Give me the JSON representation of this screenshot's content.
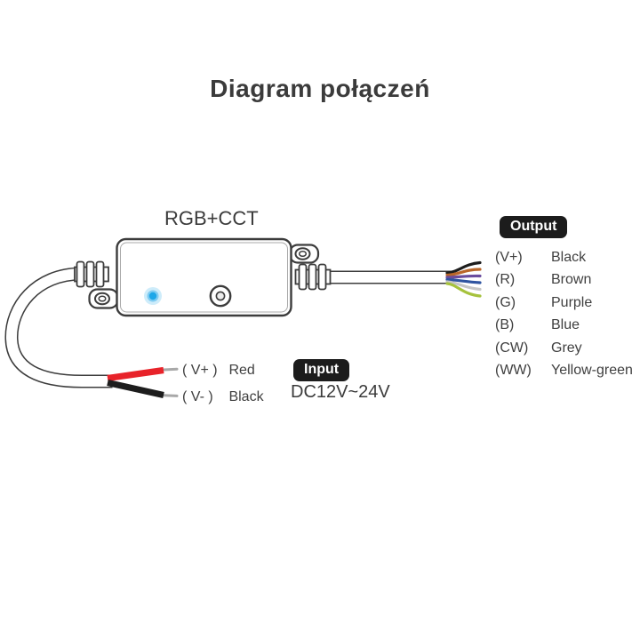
{
  "title": "Diagram połączeń",
  "device": {
    "label": "RGB+CCT",
    "led_color": "#1ea7e8"
  },
  "output": {
    "badge": "Output",
    "rows": [
      {
        "pin": "(V+)",
        "color_name": "Black",
        "wire_color": "#1d1d1d"
      },
      {
        "pin": "(R)",
        "color_name": "Brown",
        "wire_color": "#b9662a"
      },
      {
        "pin": "(G)",
        "color_name": "Purple",
        "wire_color": "#6a4c9e"
      },
      {
        "pin": "(B)",
        "color_name": "Blue",
        "wire_color": "#2f54a0"
      },
      {
        "pin": "(CW)",
        "color_name": "Grey",
        "wire_color": "#c6c6c6"
      },
      {
        "pin": "(WW)",
        "color_name": "Yellow-green",
        "wire_color": "#a6c23d"
      }
    ]
  },
  "input": {
    "badge": "Input",
    "voltage": "DC12V~24V",
    "rows": [
      {
        "pin": "( V+ )",
        "color_name": "Red",
        "wire_color": "#e8232a"
      },
      {
        "pin": "( V- )",
        "color_name": "Black",
        "wire_color": "#1d1d1d"
      }
    ]
  },
  "colors": {
    "line": "#3c3c3c",
    "text": "#3f3f3f",
    "badge_background": "#1c1c1c",
    "cable_jacket": "#ffffff",
    "tinned_tip": "#a8a8a8"
  }
}
